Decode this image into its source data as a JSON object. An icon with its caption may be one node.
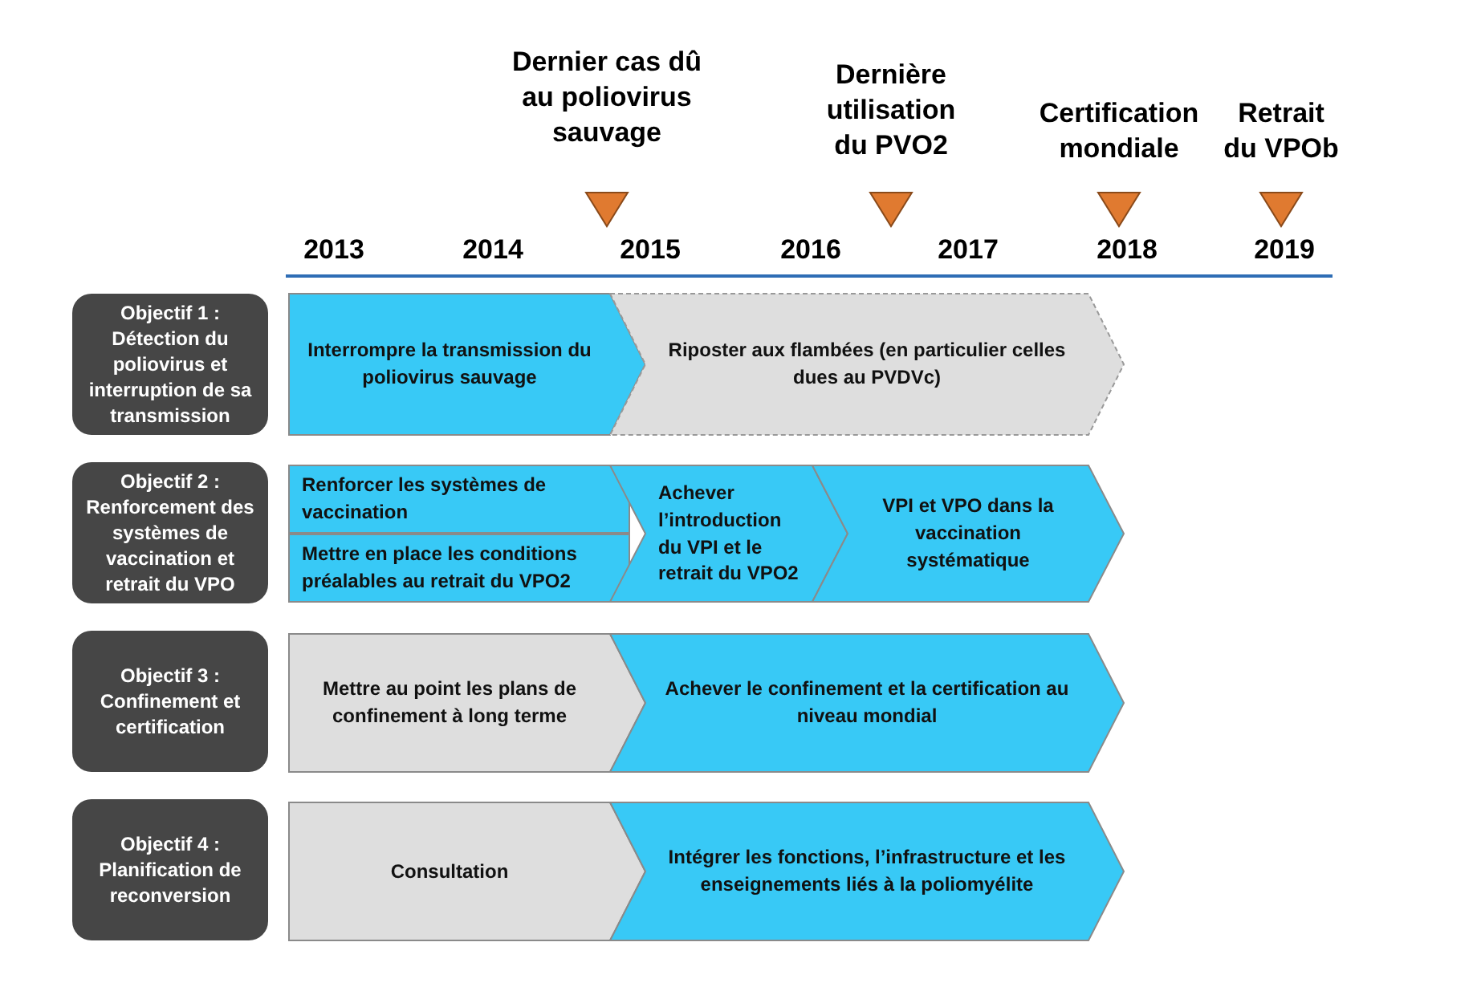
{
  "diagram": {
    "nodes": [
      {
        "text": [
          "Objectif 1 :",
          "Détection du poliovirus et interruption de sa transmission"
        ]
      },
      {
        "text": [
          "Interrompre la transmission du poliovirus sauvage"
        ]
      },
      {
        "text": [
          "Riposter aux flambées (en particulier celles dues au PVDVc)"
        ]
      },
      {
        "text": [
          "Objectif 2 :",
          "Renforcement des systèmes de vaccination et retrait du VPO"
        ]
      },
      {
        "text": [
          "Renforcer les systèmes de vaccination"
        ]
      },
      {
        "text": [
          "Mettre en place les conditions préalables au retrait du VPO2"
        ]
      },
      {
        "text": [
          "Achever l’introduction du VPI et le retrait du VPO2"
        ]
      },
      {
        "text": [
          "VPI et VPO dans la vaccination systématique"
        ]
      },
      {
        "text": [
          "Objectif 3 :",
          "Confinement et certification"
        ]
      },
      {
        "text": [
          "Mettre au point les plans de confinement à long terme"
        ]
      },
      {
        "text": [
          "Achever le confinement et la certification au niveau mondial"
        ]
      },
      {
        "text": [
          "Objectif 4 :",
          "Planification de reconversion"
        ]
      },
      {
        "text": [
          "Consultation"
        ]
      },
      {
        "text": [
          "Intégrer les fonctions, l’infrastructure et les enseignements liés à la poliomyélite"
        ]
      }
    ],
    "labels": [
      "Dernier cas dû au poliovirus sauvage",
      "Dernière utilisation du PVO2",
      "Certification mondiale",
      "Retrait du VPOb",
      "2013",
      "2014",
      "2015",
      "2016",
      "2017",
      "2018",
      "2019"
    ]
  }
}
